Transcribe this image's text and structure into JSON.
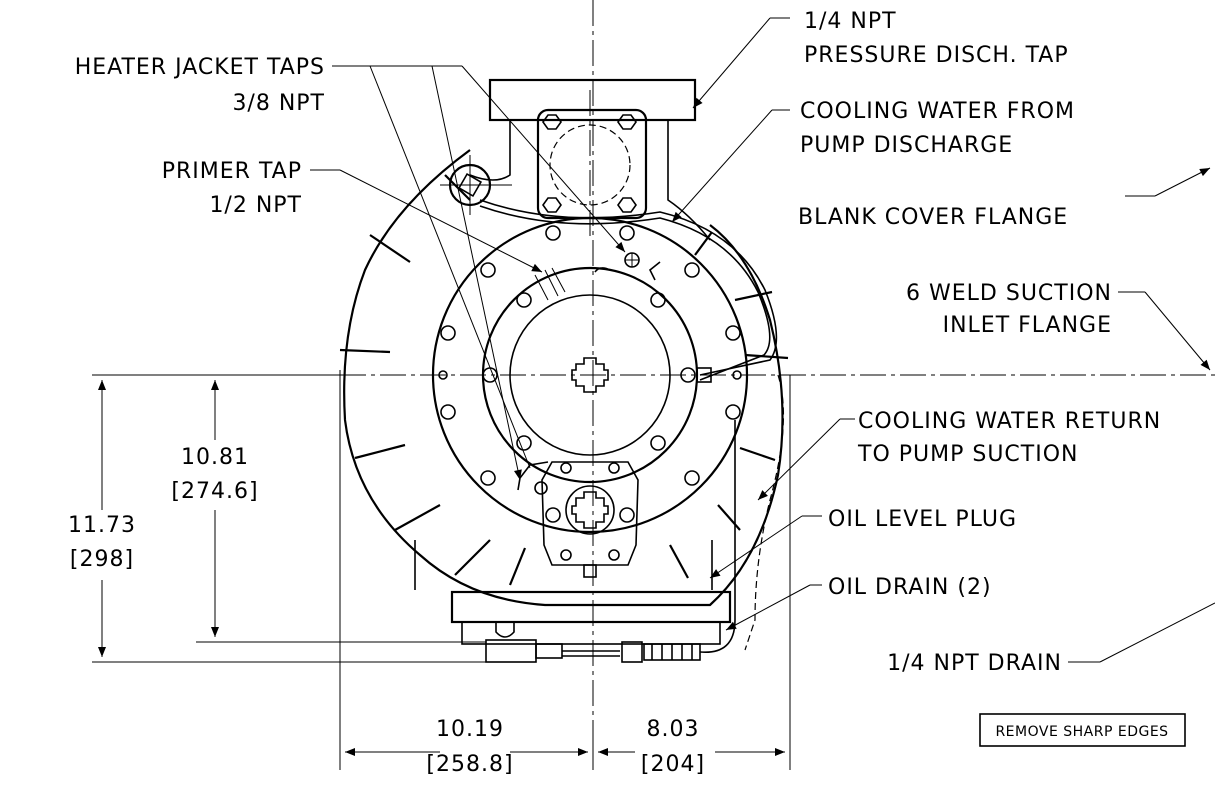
{
  "callouts": {
    "pressure_tap_1": "1/4 NPT",
    "pressure_tap_2": "PRESSURE DISCH. TAP",
    "heater_1": "HEATER JACKET TAPS",
    "heater_2": "3/8 NPT",
    "cooling_from_1": "COOLING WATER FROM",
    "cooling_from_2": "PUMP DISCHARGE",
    "primer_1": "PRIMER TAP",
    "primer_2": "1/2 NPT",
    "blank_cover": "BLANK COVER FLANGE",
    "suction_1": "6 WELD SUCTION",
    "suction_2": "INLET FLANGE",
    "cooling_return_1": "COOLING WATER RETURN",
    "cooling_return_2": "TO PUMP SUCTION",
    "oil_level": "OIL LEVEL PLUG",
    "oil_drain": "OIL DRAIN (2)",
    "npt_drain": "1/4 NPT DRAIN"
  },
  "dimensions": {
    "height_total": "11.73",
    "height_total_mm": "[298]",
    "height_center": "10.81",
    "height_center_mm": "[274.6]",
    "width_left": "10.19",
    "width_left_mm": "[258.8]",
    "width_right": "8.03",
    "width_right_mm": "[204]"
  },
  "note": "REMOVE SHARP EDGES"
}
